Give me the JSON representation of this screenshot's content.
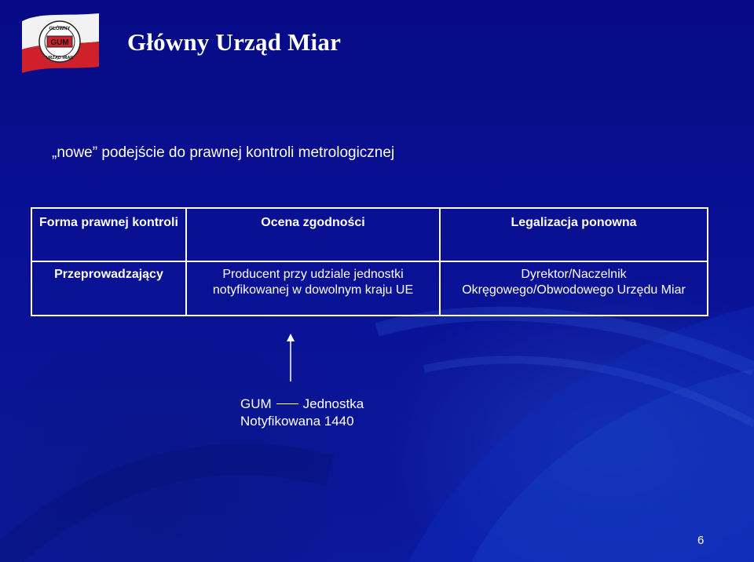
{
  "logo": {
    "text_top": "GŁÓWNY",
    "text_center": "GUM",
    "text_bottom": "URZĄD MIAR",
    "colors": {
      "flag_white": "#f2f2f2",
      "flag_red": "#d0202a"
    }
  },
  "header": {
    "title": "Główny Urząd Miar"
  },
  "subtitle": "„nowe” podejście do prawnej kontroli metrologicznej",
  "table": {
    "row1": {
      "label": "Forma prawnej kontroli",
      "col1": "Ocena zgodności",
      "col2": "Legalizacja ponowna"
    },
    "row2": {
      "label": "Przeprowadzający",
      "col1": "Producent przy udziale jednostki notyfikowanej w dowolnym kraju UE",
      "col2": "Dyrektor/Naczelnik Okręgowego/Obwodowego Urzędu Miar"
    }
  },
  "caption": {
    "line1_left": "GUM",
    "line1_right": "Jednostka",
    "line2": "Notyfikowana 1440"
  },
  "page_number": "6",
  "colors": {
    "background": "#0a1296",
    "text": "#ffffff",
    "table_border": "#ffffff"
  }
}
